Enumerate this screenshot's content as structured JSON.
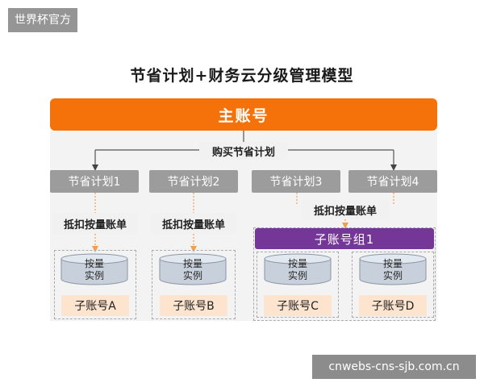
{
  "watermark_top": "世界杯官方",
  "watermark_bottom": "cnwebs-cns-sjb.com.cn",
  "title": "节省计划+财务云分级管理模型",
  "main_account": "主账号",
  "purchase_label": "购买节省计划",
  "plans": [
    "节省计划1",
    "节省计划2",
    "节省计划3",
    "节省计划4"
  ],
  "deduct_label": "抵扣按量账单",
  "group_label": "子账号组1",
  "instance_label": "按量\n实例",
  "sub_accounts": [
    "子账号A",
    "子账号B",
    "子账号C",
    "子账号D"
  ],
  "colors": {
    "main": "#f5720a",
    "plan": "#9c9c9c",
    "group": "#743697",
    "account_bg": "#fde4cf",
    "arrow_orange": "#f0a050"
  }
}
